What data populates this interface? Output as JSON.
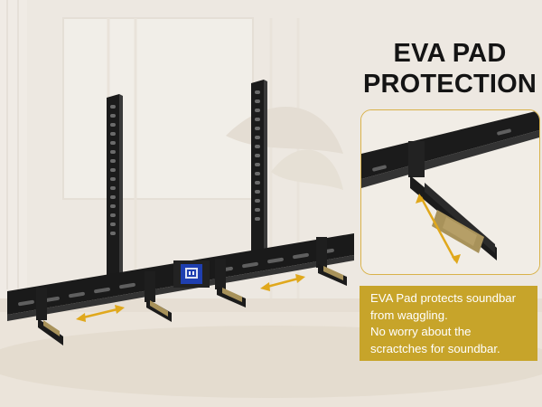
{
  "heading": {
    "line1": "EVA PAD",
    "line2": "PROTECTION"
  },
  "caption": {
    "line1": "EVA Pad protects soundbar",
    "line2": "from waggling.",
    "line3": "No worry about the",
    "line4": "scractches for soundbar."
  },
  "colors": {
    "accent": "#c7a42a",
    "arrow": "#e0a81c",
    "pad": "#a8925a",
    "bracket": "#1b1b1b",
    "mount_plate": "#1f3fb0"
  },
  "icons": {
    "arrows": "double-arrow-icon",
    "logo": "brand-logo-icon"
  }
}
